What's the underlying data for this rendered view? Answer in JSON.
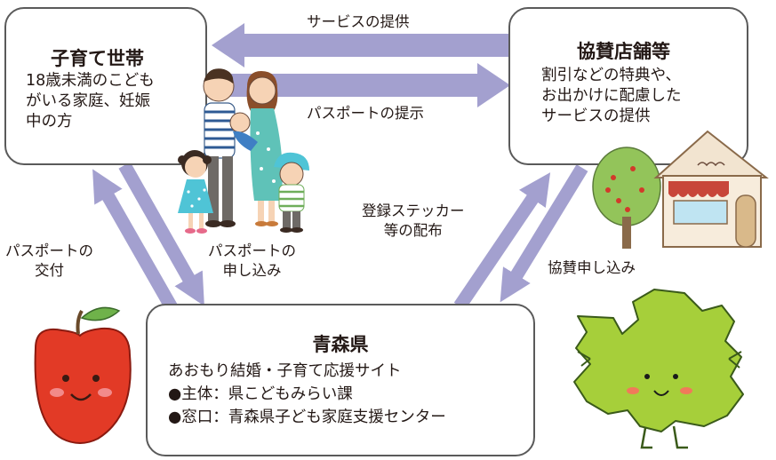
{
  "boxes": {
    "household": {
      "title": "子育て世帯",
      "lines": [
        "18歳未満のこども",
        "がいる家庭、妊娠",
        "中の方"
      ]
    },
    "partner": {
      "title": "協賛店舗等",
      "lines": [
        "割引などの特典や、",
        "お出かけに配慮した",
        "サービスの提供"
      ]
    },
    "prefecture": {
      "title": "青森県",
      "lines": [
        "あおもり結婚・子育て応援サイト",
        "●主体：県こどもみらい課",
        "●窓口：青森県子ども家庭支援センター"
      ]
    }
  },
  "arrows": {
    "service_provision": "サービスの提供",
    "passport_presentation": "パスポートの提示",
    "passport_issue": [
      "パスポートの",
      "交付"
    ],
    "passport_application": [
      "パスポートの",
      "申し込み"
    ],
    "sticker_distribution": [
      "登録ステッカー",
      "等の配布"
    ],
    "sponsor_application": "協賛申し込み"
  },
  "colors": {
    "arrow": "#a3a0cf",
    "box_border": "#5a5a5a",
    "aomori_green": "#a6cf3a",
    "apple_red": "#e23a26",
    "dress_cyan": "#4fc4d6"
  }
}
